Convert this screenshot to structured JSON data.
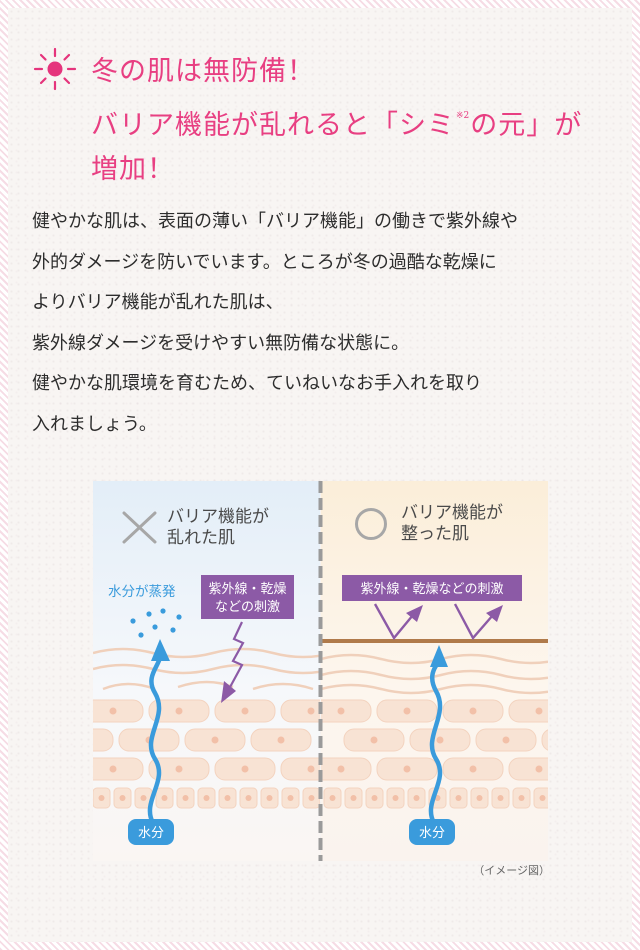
{
  "headline": {
    "line1": "冬の肌は無防備！",
    "line2_pre": "バリア機能が乱れると「シミ",
    "line2_note": "※2",
    "line2_post": "の元」が",
    "line3": "増加！"
  },
  "body_lines": [
    "健やかな肌は、表面の薄い「バリア機能」の働きで紫外線や",
    "外的ダメージを防いでいます。ところが冬の過酷な乾燥に",
    "よりバリア機能が乱れた肌は、",
    "紫外線ダメージを受けやすい無防備な状態に。",
    "健やかな肌環境を育むため、ていねいなお手入れを取り",
    "入れましょう。"
  ],
  "diagram": {
    "left": {
      "title_line1": "バリア機能が",
      "title_line2": "乱れた肌",
      "evaporation_label": "水分が蒸発",
      "stimulus_line1": "紫外線・乾燥",
      "stimulus_line2": "などの刺激",
      "moisture_label": "水分"
    },
    "right": {
      "title_line1": "バリア機能が",
      "title_line2": "整った肌",
      "stimulus_label": "紫外線・乾燥などの刺激",
      "moisture_label": "水分"
    },
    "caption": "（イメージ図）"
  },
  "colors": {
    "headline": "#e83f82",
    "sun": "#e5347c",
    "body_text": "#2d2d2d",
    "purple_box": "#8c5aa6",
    "blue_arrow": "#3a9bdc",
    "barrier_line": "#b07a4a",
    "cell_fill": "#f8e3d4",
    "cell_dot": "#f2c0a8"
  }
}
